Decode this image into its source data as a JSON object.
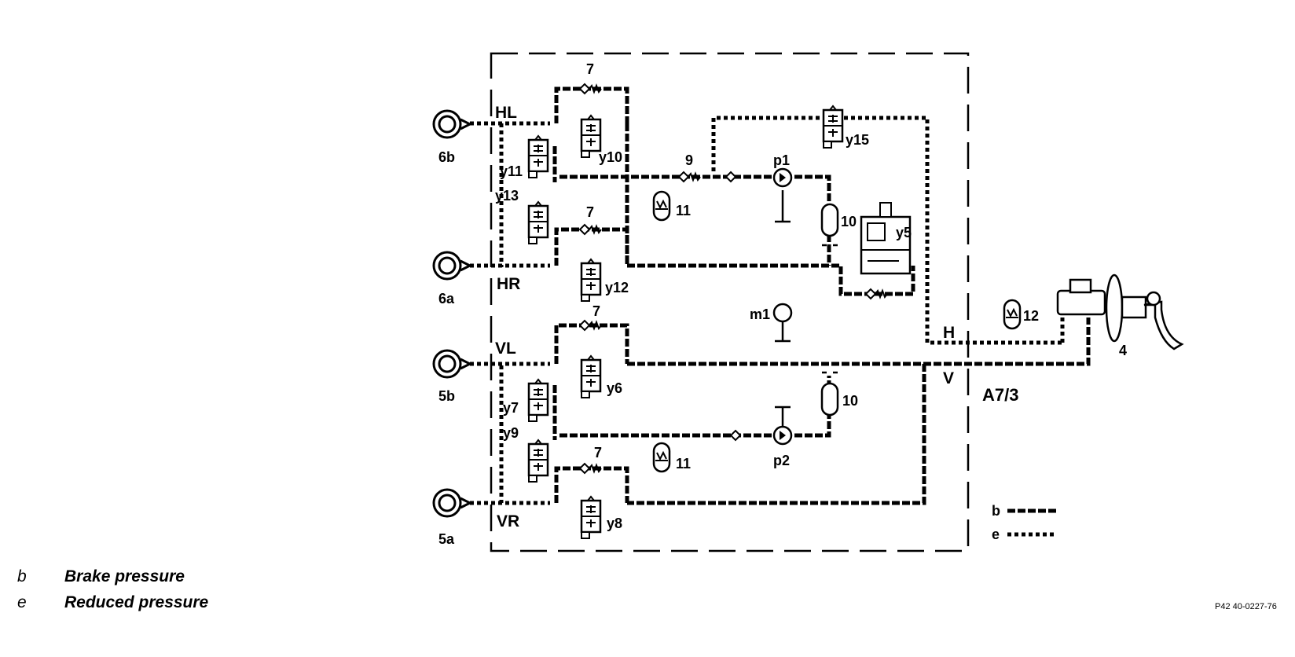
{
  "diagram": {
    "boundary_label": "A7/3",
    "circuits": {
      "hl": "HL",
      "hr": "HR",
      "vl": "VL",
      "vr": "VR",
      "h": "H",
      "v": "V"
    },
    "brakes": {
      "rear_left": "6b",
      "rear_right": "6a",
      "front_left": "5b",
      "front_right": "5a"
    },
    "valves": {
      "y5": "y5",
      "y6": "y6",
      "y7": "y7",
      "y8": "y8",
      "y9": "y9",
      "y10": "y10",
      "y11": "y11",
      "y12": "y12",
      "y13": "y13",
      "y15": "y15"
    },
    "pumps": {
      "p1": "p1",
      "p2": "p2"
    },
    "motor": "m1",
    "numbers": {
      "check_valve": "7",
      "restrictor": "9",
      "damper": "10",
      "accumulator": "11",
      "reservoir": "12",
      "master_cylinder": "4"
    },
    "line_legend": {
      "b": "b",
      "e": "e"
    }
  },
  "legend": {
    "items": [
      {
        "key": "b",
        "text": "Brake pressure"
      },
      {
        "key": "e",
        "text": "Reduced pressure"
      }
    ]
  },
  "reference_code": "P42 40-0227-76",
  "colors": {
    "line": "#000000",
    "background": "#ffffff"
  }
}
